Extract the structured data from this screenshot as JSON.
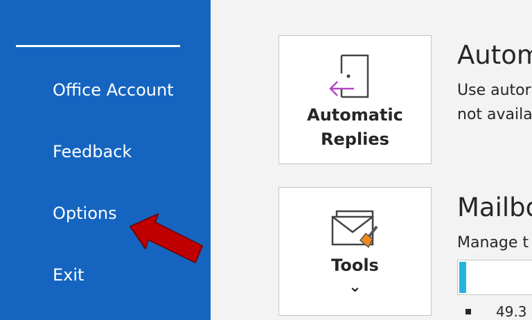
{
  "sidebar": {
    "items": [
      {
        "label": "Office Account"
      },
      {
        "label": "Feedback"
      },
      {
        "label": "Options"
      },
      {
        "label": "Exit"
      }
    ]
  },
  "main": {
    "automatic_replies": {
      "tile_label_line1": "Automatic",
      "tile_label_line2": "Replies",
      "title": "Autom",
      "desc_line1": "Use autor",
      "desc_line2": "not availa"
    },
    "tools": {
      "tile_label": "Tools",
      "chevron": "⌄",
      "section_title": "Mailbo",
      "desc": "Manage t",
      "storage_text": "49.3"
    }
  },
  "colors": {
    "sidebar_bg": "#1565c0",
    "accent_purple": "#b146c2",
    "arrow_red": "#c00000",
    "brush_orange": "#f0891e",
    "progress_fill": "#26b3e0"
  }
}
